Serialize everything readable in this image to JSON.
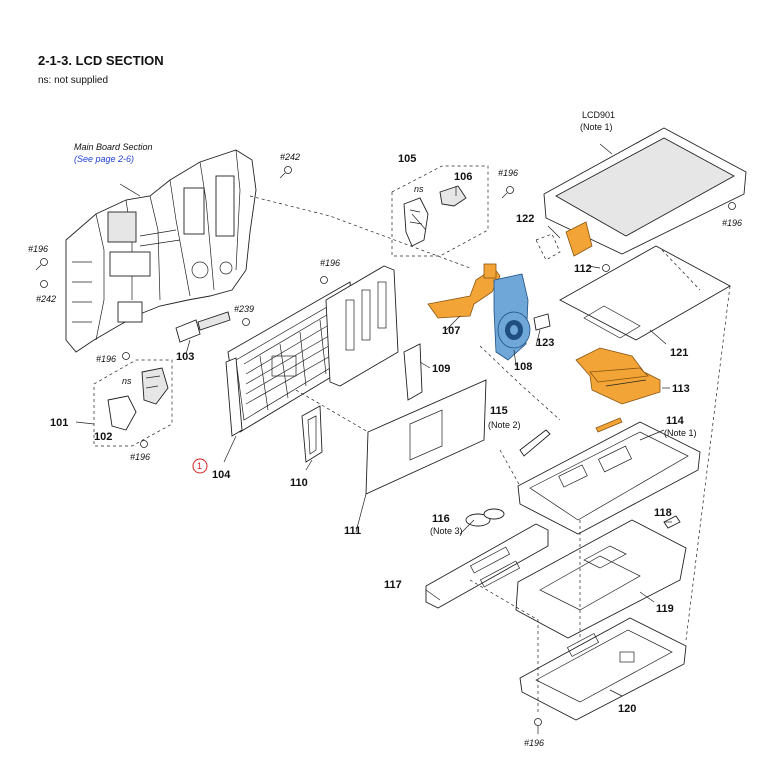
{
  "header": {
    "title": "2-1-3. LCD SECTION",
    "note": "ns: not supplied"
  },
  "references": {
    "main_board": "Main Board Section",
    "see_page": "(See page 2-6)"
  },
  "parts": {
    "p101": "101",
    "p102": "102",
    "p103": "103",
    "p104": "104",
    "p105": "105",
    "p106": "106",
    "p107": "107",
    "p108": "108",
    "p109": "109",
    "p110": "110",
    "p111": "111",
    "p112": "112",
    "p113": "113",
    "p114": "114",
    "p115": "115",
    "p116": "116",
    "p117": "117",
    "p118": "118",
    "p119": "119",
    "p120": "120",
    "p121": "121",
    "p122": "122",
    "p123": "123",
    "lcd901": "LCD901"
  },
  "notes": {
    "note1": "(Note 1)",
    "note2": "(Note 2)",
    "note3": "(Note 3)",
    "ns": "ns"
  },
  "screws": {
    "s242": "#242",
    "s196": "#196",
    "s239": "#239"
  },
  "marker": {
    "circled": "1"
  },
  "colors": {
    "flex_orange": "#f2a437",
    "flex_blue": "#6fa7d9",
    "link_blue": "#1f3fd6",
    "marker_red": "#d62020"
  }
}
